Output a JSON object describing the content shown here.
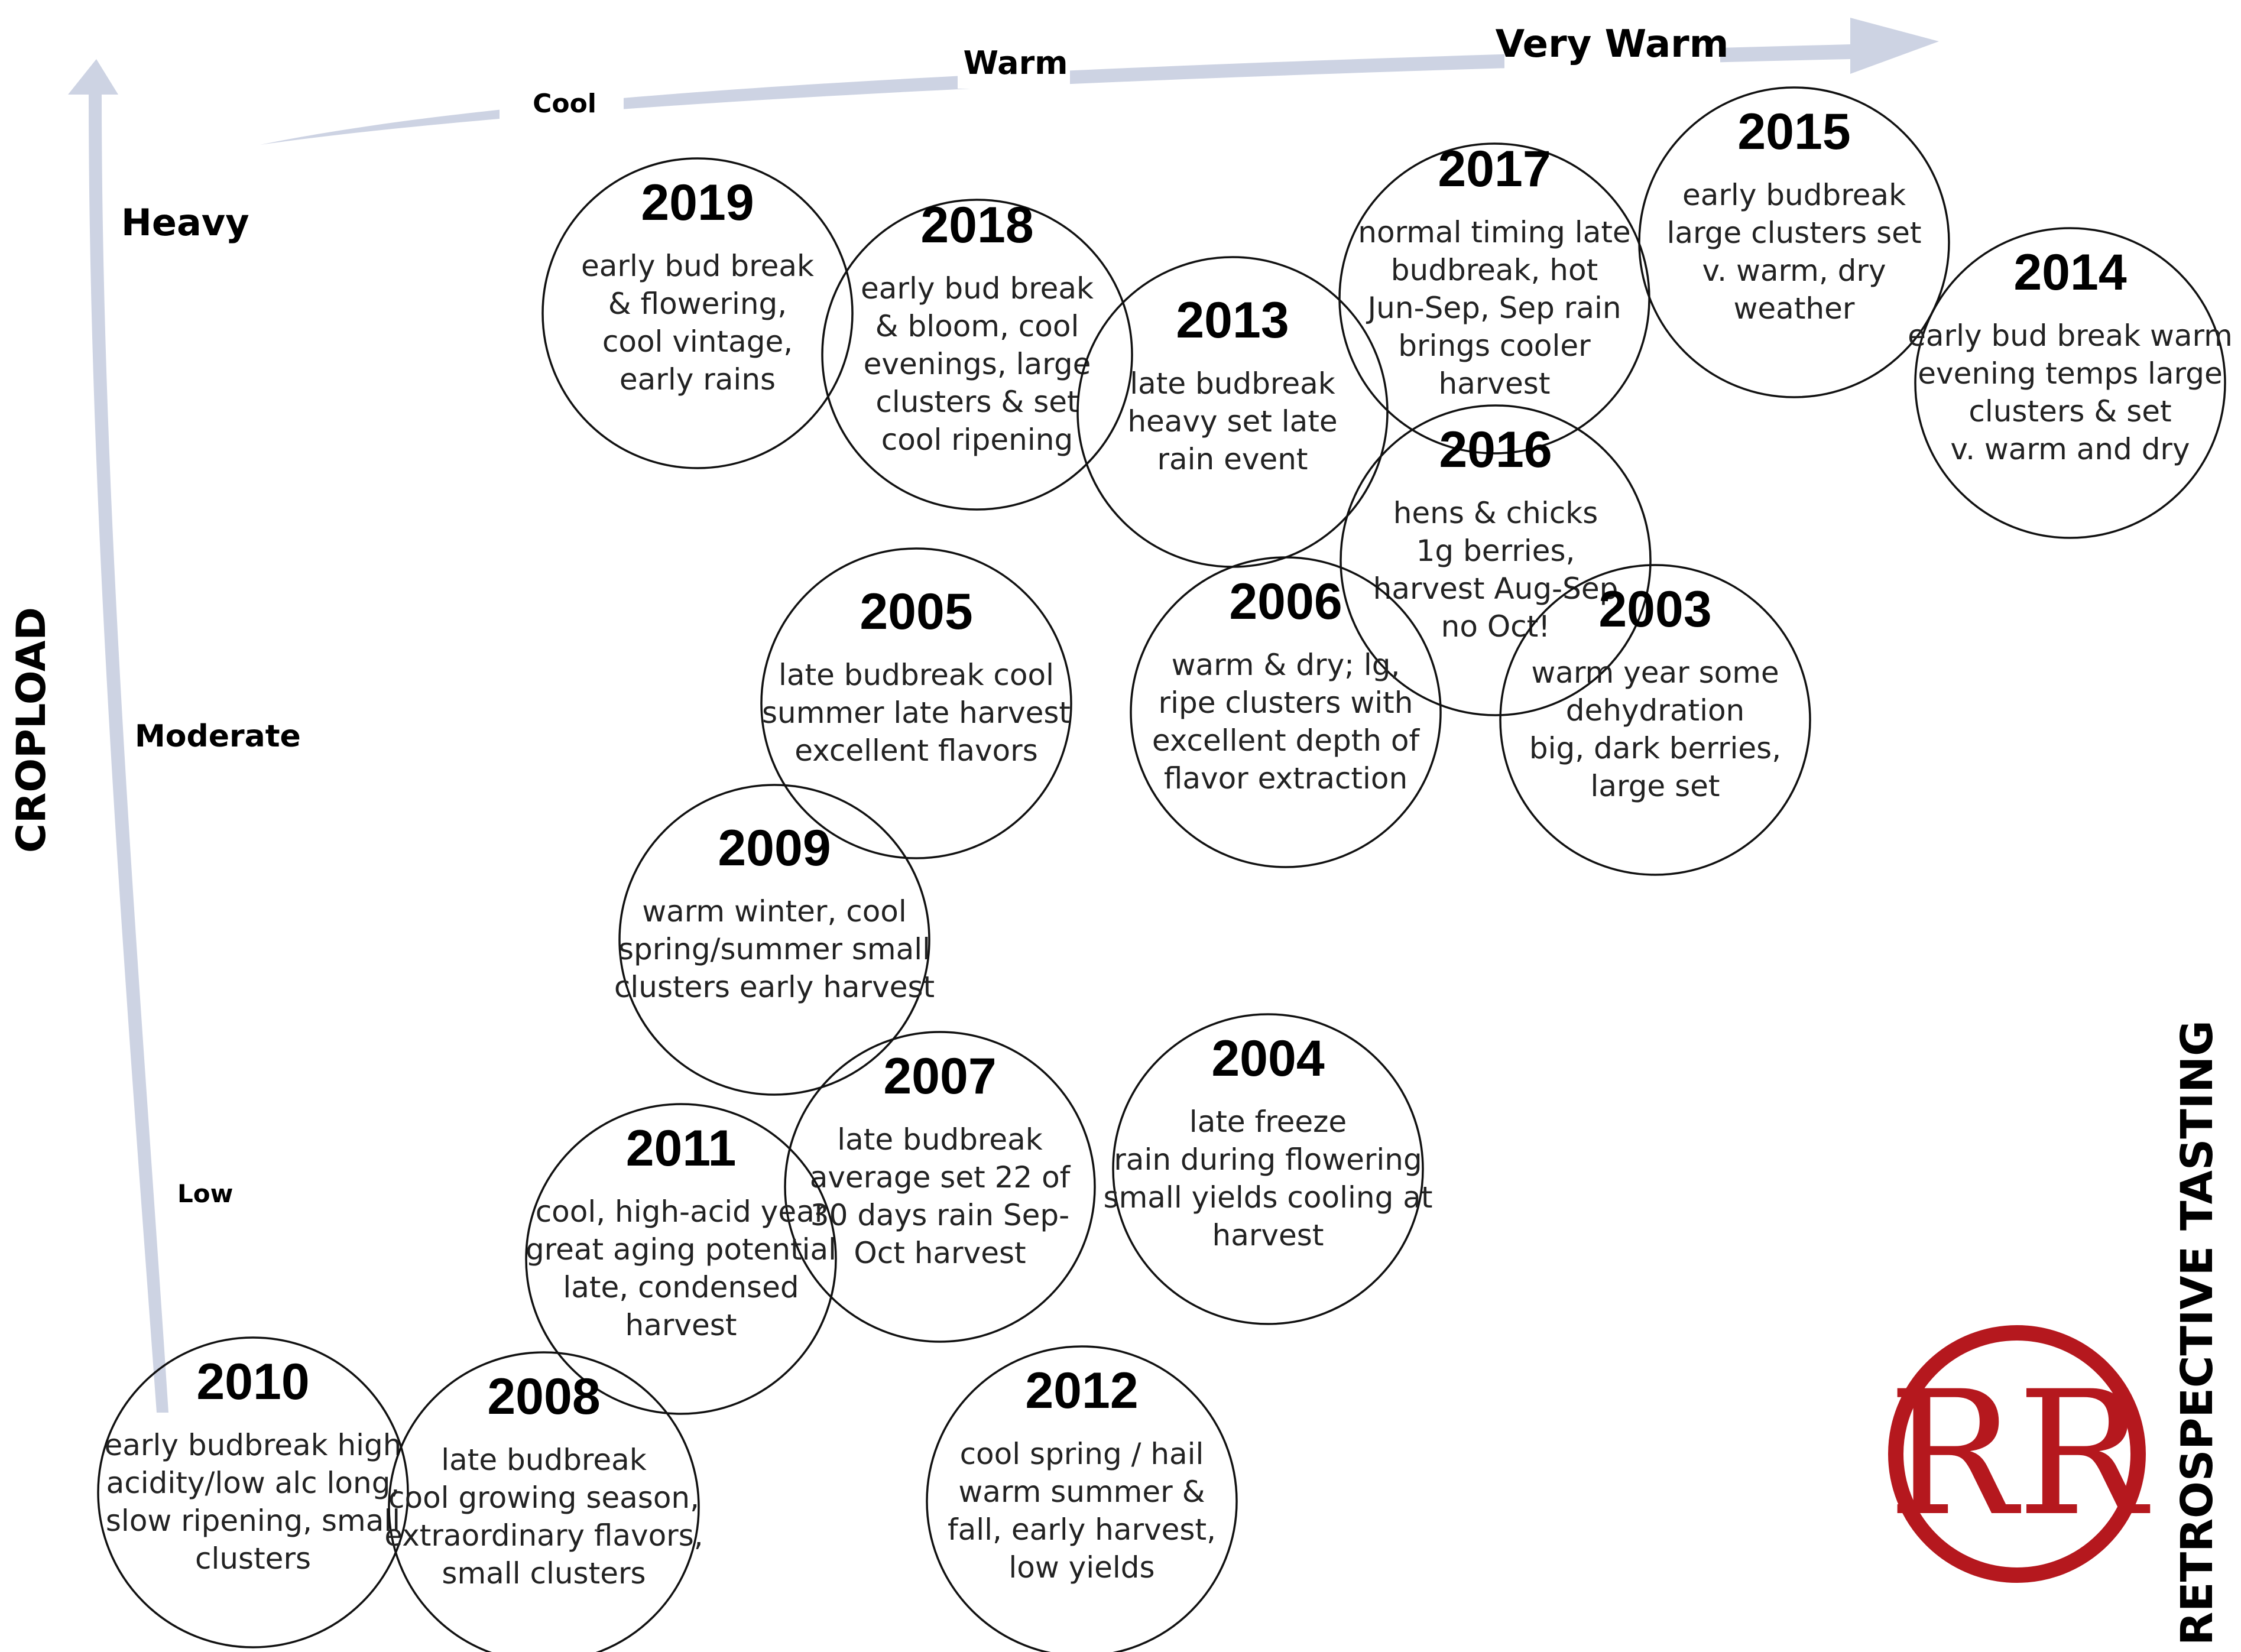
{
  "warmth_axis": {
    "levels": [
      "Cool",
      "Warm",
      "Very Warm"
    ]
  },
  "cropload_axis": {
    "title": "CROPLOAD",
    "levels": [
      "Heavy",
      "Moderate",
      "Low"
    ]
  },
  "side_title": "RETROSPECTIVE TASTING",
  "logo": {
    "text": "RR",
    "color": "#b5181e"
  },
  "arrow_color": "#cdd3e3",
  "vintages": [
    {
      "year": "2019",
      "lines": [
        "early bud break",
        "& flowering,",
        "cool vintage,",
        "early rains"
      ]
    },
    {
      "year": "2018",
      "lines": [
        "early bud break",
        "& bloom, cool",
        "evenings, large",
        "clusters & set",
        "cool ripening"
      ]
    },
    {
      "year": "2013",
      "lines": [
        "late budbreak",
        "heavy set late",
        "rain event"
      ]
    },
    {
      "year": "2017",
      "lines": [
        "normal timing late",
        "budbreak, hot",
        "Jun-Sep, Sep rain",
        "brings cooler",
        "harvest"
      ]
    },
    {
      "year": "2015",
      "lines": [
        "early budbreak",
        "large clusters set",
        "v. warm, dry",
        "weather"
      ]
    },
    {
      "year": "2014",
      "lines": [
        "early bud break warm",
        "evening temps large",
        "clusters & set",
        "v. warm and dry"
      ]
    },
    {
      "year": "2016",
      "lines": [
        "hens & chicks",
        "1g berries,",
        "harvest Aug-Sep",
        "no Oct!"
      ]
    },
    {
      "year": "2005",
      "lines": [
        "late budbreak cool",
        "summer late harvest",
        "excellent flavors"
      ]
    },
    {
      "year": "2006",
      "lines": [
        "warm & dry; lg,",
        "ripe clusters with",
        "excellent depth of",
        "flavor extraction"
      ]
    },
    {
      "year": "2003",
      "lines": [
        "warm year some",
        "dehydration",
        "big, dark berries,",
        "large set"
      ]
    },
    {
      "year": "2009",
      "lines": [
        "warm winter, cool",
        "spring/summer small",
        "clusters early harvest"
      ]
    },
    {
      "year": "2007",
      "lines": [
        "late budbreak",
        "average set 22 of",
        "30 days rain Sep-",
        "Oct harvest"
      ]
    },
    {
      "year": "2004",
      "lines": [
        "late freeze",
        "rain during flowering",
        "small yields cooling at",
        "harvest"
      ]
    },
    {
      "year": "2011",
      "lines": [
        "cool, high-acid year",
        "great aging potential",
        "late, condensed",
        "harvest"
      ]
    },
    {
      "year": "2010",
      "lines": [
        "early budbreak high",
        "acidity/low alc long,",
        "slow ripening, small",
        "clusters"
      ]
    },
    {
      "year": "2008",
      "lines": [
        "late budbreak",
        "cool growing season,",
        "extraordinary flavors,",
        "small clusters"
      ]
    },
    {
      "year": "2012",
      "lines": [
        "cool spring / hail",
        "warm summer &",
        "fall, early harvest,",
        "low yields"
      ]
    }
  ]
}
